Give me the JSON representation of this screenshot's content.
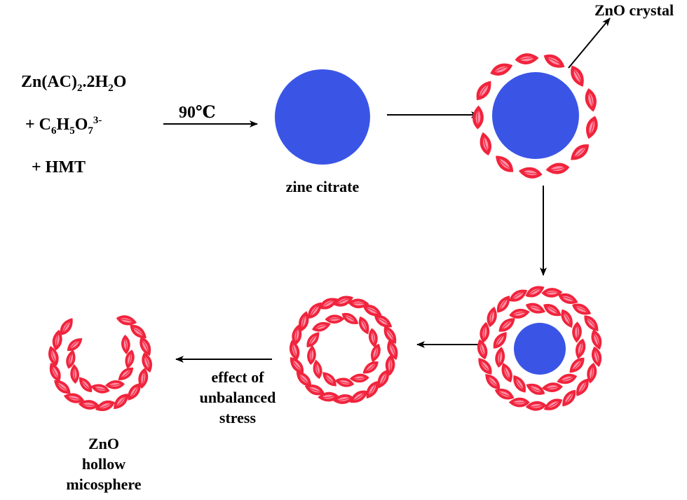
{
  "reactants": {
    "line1": {
      "a": "Zn(AC)",
      "sub1": "2",
      "b": ".2H",
      "sub2": "2",
      "c": "O"
    },
    "line2": {
      "a": "+ C",
      "sub1": "6",
      "b": "H",
      "sub2": "5",
      "c": "O",
      "sub3": "7",
      "sup": "3-"
    },
    "line3": "+ HMT"
  },
  "condition": "90℃",
  "labels": {
    "zinc_citrate": "zine citrate",
    "zno_crystal": "ZnO crystal",
    "stress": [
      "effect of",
      "unbalanced",
      "stress"
    ],
    "product": [
      "ZnO",
      "hollow",
      "micosphere"
    ]
  },
  "colors": {
    "core": "#3a55e6",
    "petal_outer": "#f0243c",
    "petal_inner": "#ff8fa6",
    "arrow": "#000000"
  }
}
